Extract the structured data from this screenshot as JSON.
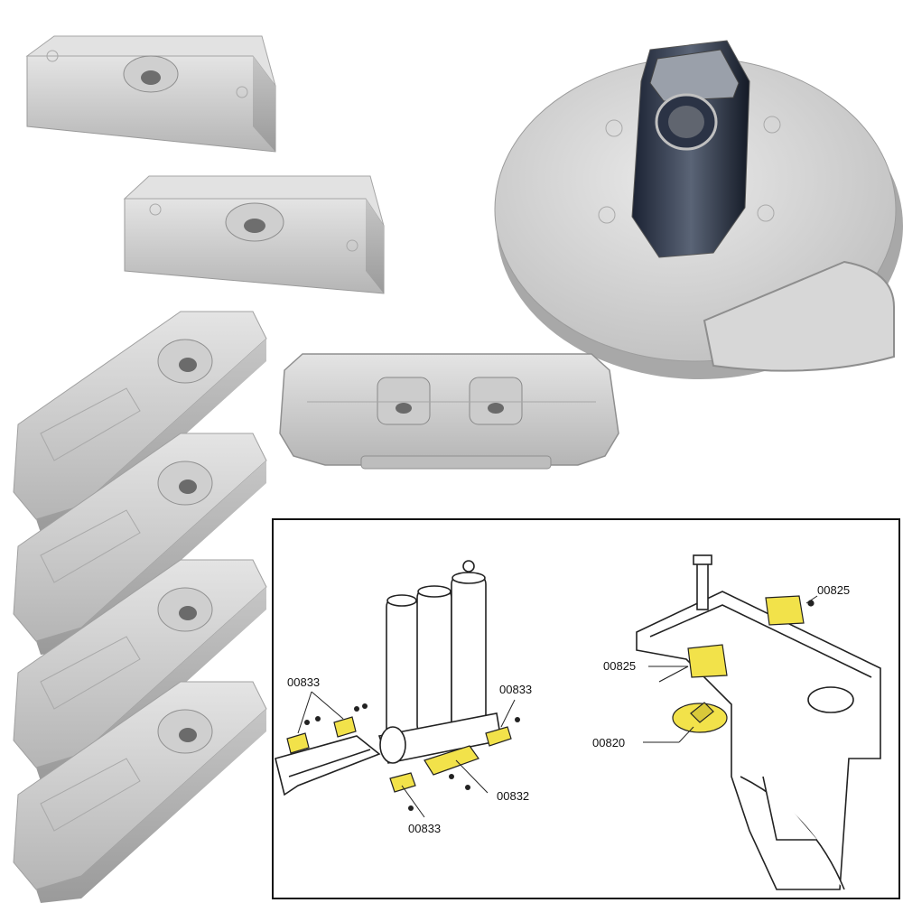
{
  "colors": {
    "background": "#ffffff",
    "metal_light": "#dcdcdc",
    "metal_mid": "#c4c4c4",
    "metal_dark": "#9e9e9e",
    "highlight_yellow": "#f2e24a",
    "line_drawing": "#222222"
  },
  "diagram": {
    "labels": {
      "top_left_a": "00833",
      "top_left_b": "00833",
      "right_anode": "00833",
      "center_bar": "00832",
      "bottom": "00833",
      "trim_block_top": "00825",
      "trim_block_mid": "00825",
      "trim_disc": "00820"
    }
  }
}
